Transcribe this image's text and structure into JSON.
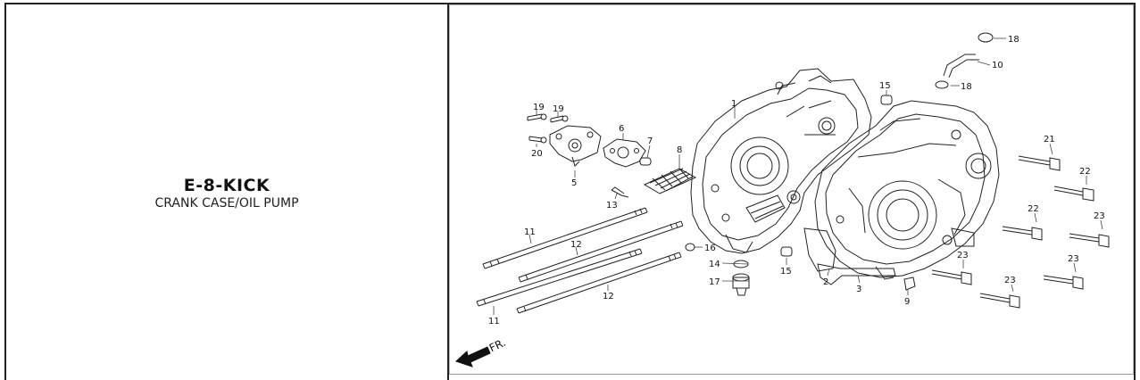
{
  "diagram": {
    "code": "E-8-KICK",
    "name": "CRANK CASE/OIL PUMP",
    "direction_label": "FR.",
    "callouts": {
      "c1": "1",
      "c2": "2",
      "c3": "3",
      "c5": "5",
      "c6": "6",
      "c7": "7",
      "c8": "8",
      "c9": "9",
      "c10": "10",
      "c11a": "11",
      "c11b": "11",
      "c12a": "12",
      "c12b": "12",
      "c13": "13",
      "c14": "14",
      "c15a": "15",
      "c15b": "15",
      "c16": "16",
      "c17": "17",
      "c18a": "18",
      "c18b": "18",
      "c19a": "19",
      "c19b": "19",
      "c20": "20",
      "c21": "21",
      "c22a": "22",
      "c22b": "22",
      "c23a": "23",
      "c23b": "23",
      "c23c": "23",
      "c23d": "23"
    }
  }
}
